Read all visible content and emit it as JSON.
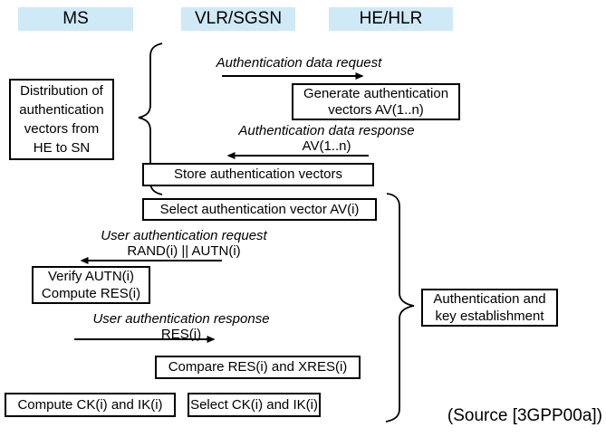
{
  "lifelines": {
    "ms": "MS",
    "vlr_sgsn": "VLR/SGSN",
    "he_hlr": "HE/HLR"
  },
  "boxes": {
    "distribution": "Distribution of\nauthentication\nvectors from\nHE to SN",
    "generate": "Generate authentication\nvectors AV(1..n)",
    "store": "Store authentication vectors",
    "select_av": "Select authentication vector AV(i)",
    "verify": "Verify AUTN(i)\nCompute RES(i)",
    "compare": "Compare RES(i) and XRES(i)",
    "compute_ck": "Compute CK(i) and IK(i)",
    "select_ck": "Select CK(i) and IK(i)",
    "auth_key_establishment": "Authentication and\nkey establishment"
  },
  "messages": {
    "auth_data_request": {
      "label": "Authentication data request",
      "params": ""
    },
    "auth_data_response": {
      "label": "Authentication data response",
      "params": "AV(1..n)"
    },
    "user_auth_request": {
      "label": "User authentication request",
      "params": "RAND(i) || AUTN(i)"
    },
    "user_auth_response": {
      "label": "User authentication response",
      "params": "RES(i)"
    }
  },
  "source_note": "(Source [3GPP00a])",
  "colors": {
    "lifeline_bg": "#cfe9f7",
    "line": "#000000"
  }
}
